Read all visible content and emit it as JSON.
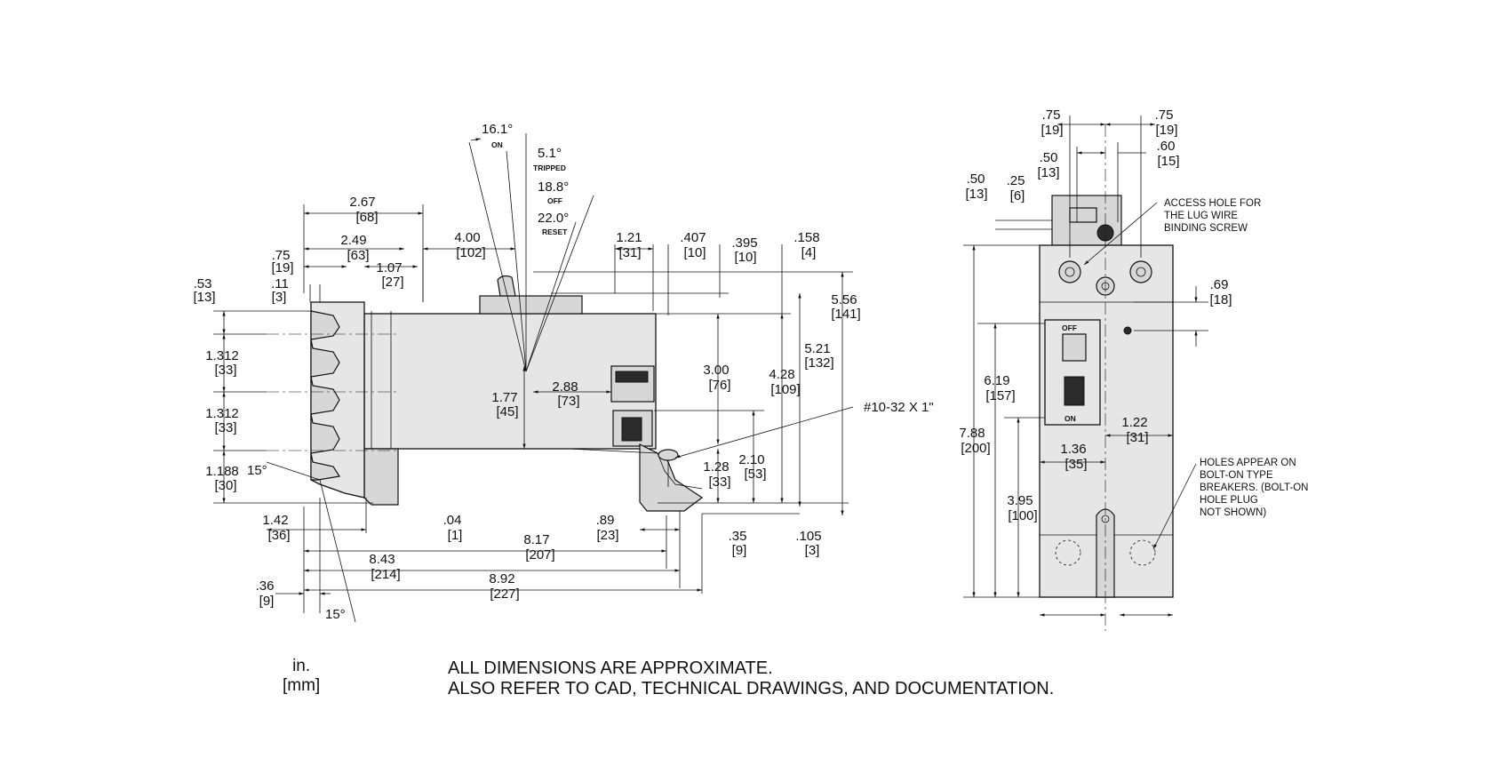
{
  "side_view": {
    "angles": {
      "on": {
        "value": "16.1°",
        "label": "ON"
      },
      "tripped": {
        "value": "5.1°",
        "label": "TRIPPED"
      },
      "off": {
        "value": "18.8°",
        "label": "OFF"
      },
      "reset": {
        "value": "22.0°",
        "label": "RESET"
      },
      "lug_angle_a": "15°",
      "lug_angle_b": "15°"
    },
    "dimensions": [
      {
        "in": "2.67",
        "mm": "[68]"
      },
      {
        "in": "2.49",
        "mm": "[63]"
      },
      {
        "in": ".75",
        "mm": "[19]"
      },
      {
        "in": ".11",
        "mm": "[3]"
      },
      {
        "in": "1.07",
        "mm": "[27]"
      },
      {
        "in": ".53",
        "mm": "[13]"
      },
      {
        "in": "4.00",
        "mm": "[102]"
      },
      {
        "in": "1.21",
        "mm": "[31]"
      },
      {
        "in": ".407",
        "mm": "[10]"
      },
      {
        "in": ".395",
        "mm": "[10]"
      },
      {
        "in": ".158",
        "mm": "[4]"
      },
      {
        "in": "5.56",
        "mm": "[141]"
      },
      {
        "in": "5.21",
        "mm": "[132]"
      },
      {
        "in": "1.312",
        "mm": "[33]"
      },
      {
        "in": "1.312",
        "mm": "[33]"
      },
      {
        "in": "1.188",
        "mm": "[30]"
      },
      {
        "in": "1.77",
        "mm": "[45]"
      },
      {
        "in": "2.88",
        "mm": "[73]"
      },
      {
        "in": "3.00",
        "mm": "[76]"
      },
      {
        "in": "4.28",
        "mm": "[109]"
      },
      {
        "in": "2.10",
        "mm": "[53]"
      },
      {
        "in": "1.28",
        "mm": "[33]"
      },
      {
        "in": "1.42",
        "mm": "[36]"
      },
      {
        "in": ".04",
        "mm": "[1]"
      },
      {
        "in": ".89",
        "mm": "[23]"
      },
      {
        "in": "8.17",
        "mm": "[207]"
      },
      {
        "in": "8.43",
        "mm": "[214]"
      },
      {
        "in": "8.92",
        "mm": "[227]"
      },
      {
        "in": ".36",
        "mm": "[9]"
      },
      {
        "in": ".35",
        "mm": "[9]"
      },
      {
        "in": ".105",
        "mm": "[3]"
      }
    ],
    "screw_callout": "#10-32 X 1\""
  },
  "front_view": {
    "dimensions": [
      {
        "in": ".75",
        "mm": "[19]"
      },
      {
        "in": ".75",
        "mm": "[19]"
      },
      {
        "in": ".50",
        "mm": "[13]"
      },
      {
        "in": ".60",
        "mm": "[15]"
      },
      {
        "in": ".50",
        "mm": "[13]"
      },
      {
        "in": ".25",
        "mm": "[6]"
      },
      {
        "in": ".69",
        "mm": "[18]"
      },
      {
        "in": "6.19",
        "mm": "[157]"
      },
      {
        "in": "7.88",
        "mm": "[200]"
      },
      {
        "in": "1.22",
        "mm": "[31]"
      },
      {
        "in": "1.36",
        "mm": "[35]"
      },
      {
        "in": "3.95",
        "mm": "[100]"
      }
    ],
    "access_hole_note": [
      "ACCESS HOLE FOR",
      "THE LUG WIRE",
      "BINDING SCREW"
    ],
    "bolt_on_note": [
      "HOLES APPEAR ON",
      "BOLT-ON TYPE",
      "BREAKERS. (BOLT-ON",
      "HOLE PLUG",
      "NOT SHOWN)"
    ],
    "handle_label_top": "OFF",
    "handle_label_bottom": "ON"
  },
  "legend": {
    "units_in": "in.",
    "units_mm": "[mm]"
  },
  "notes": [
    "ALL DIMENSIONS ARE APPROXIMATE.",
    "ALSO REFER TO CAD, TECHNICAL DRAWINGS, AND DOCUMENTATION."
  ]
}
